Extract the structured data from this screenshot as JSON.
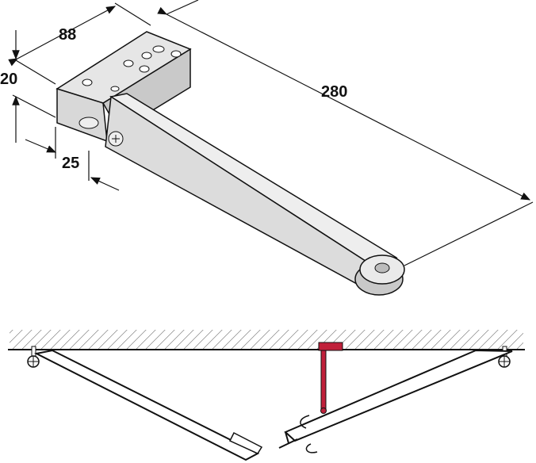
{
  "dimensions": {
    "width_label": "88",
    "height_label": "20",
    "depth_label": "25",
    "arm_length_label": "280"
  },
  "colors": {
    "accent_red": "#c0203a",
    "metal_light": "#e4e4e4",
    "metal_mid": "#c9c9c9",
    "line": "#111111"
  }
}
